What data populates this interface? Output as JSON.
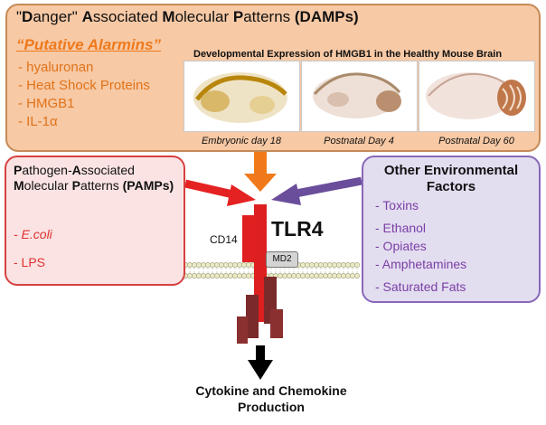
{
  "damp": {
    "title_parts": [
      {
        "text": "\"",
        "bold": false
      },
      {
        "text": "D",
        "bold": true
      },
      {
        "text": "anger\" ",
        "bold": false
      },
      {
        "text": "A",
        "bold": true
      },
      {
        "text": "ssociated ",
        "bold": false
      },
      {
        "text": "M",
        "bold": true
      },
      {
        "text": "olecular ",
        "bold": false
      },
      {
        "text": "P",
        "bold": true
      },
      {
        "text": "atterns ",
        "bold": false
      },
      {
        "text": "(DAMPs)",
        "bold": true
      }
    ],
    "alarmins_title": "“Putative Alarmins”",
    "alarmins": [
      "- hyaluronan",
      "- Heat Shock Proteins",
      "- HMGB1",
      "- IL-1α"
    ],
    "hmgb1_title": "Developmental Expression of HMGB1 in the Healthy Mouse Brain",
    "brain_captions": [
      "Embryonic day 18",
      "Postnatal Day 4",
      "Postnatal Day 60"
    ]
  },
  "pamp": {
    "title_parts": [
      {
        "text": "P",
        "bold": true
      },
      {
        "text": "athogen-",
        "bold": false
      },
      {
        "text": "A",
        "bold": true
      },
      {
        "text": "ssociated ",
        "bold": false
      },
      {
        "text": "M",
        "bold": true
      },
      {
        "text": "olecular ",
        "bold": false
      },
      {
        "text": "P",
        "bold": true
      },
      {
        "text": "atterns ",
        "bold": false
      },
      {
        "text": "(PAMPs)",
        "bold": true
      }
    ],
    "items": [
      "- E.coli",
      "- LPS"
    ]
  },
  "environment": {
    "title": "Other Environmental Factors",
    "items": [
      "- Toxins",
      "- Ethanol",
      "- Opiates",
      "- Amphetamines",
      "- Saturated Fats"
    ]
  },
  "receptor": {
    "name": "TLR4",
    "cd14": "CD14",
    "md2": "MD2"
  },
  "output": "Cytokine and Chemokine Production",
  "colors": {
    "damp_fill": "#f7c9a5",
    "damp_text": "#e0731a",
    "pamp_fill": "#fbe3e3",
    "pamp_red": "#e52222",
    "env_fill": "#e3ddf0",
    "env_purple": "#6b4e9b",
    "damp_arrow": "#f07a1a",
    "receptor_red": "#dd1f1f",
    "receptor_dark": "#7a2a2a"
  }
}
